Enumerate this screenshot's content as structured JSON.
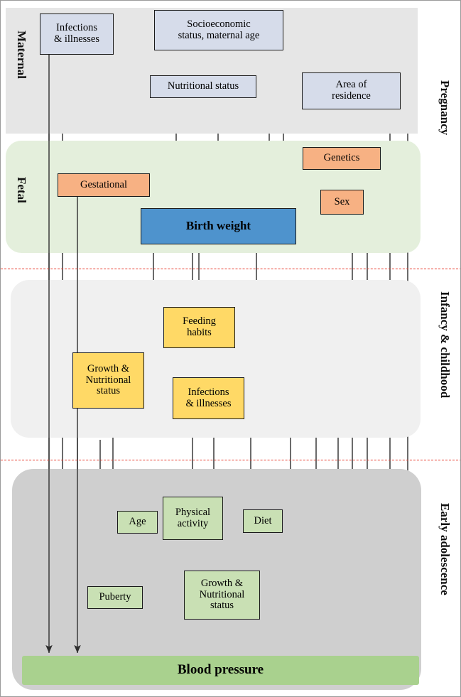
{
  "figure": {
    "type": "conceptual-pathway-diagram",
    "title": "Life-course conceptual framework of determinants of blood pressure",
    "outcome": "Blood pressure"
  },
  "life_stages": {
    "left_labels": [
      {
        "id": "maternal",
        "text": "Maternal"
      },
      {
        "id": "fetal",
        "text": "Fetal"
      }
    ],
    "right_labels": [
      {
        "id": "pregnancy",
        "text": "Pregnancy"
      },
      {
        "id": "infancy",
        "text": "Infancy & childhood"
      },
      {
        "id": "adolescence",
        "text": "Early adolescence"
      }
    ]
  },
  "bands": [
    {
      "id": "maternal-band",
      "label": "Maternal",
      "color": "#e6e6e6"
    },
    {
      "id": "fetal-band",
      "label": "Fetal",
      "color": "#e4efdc"
    },
    {
      "id": "infancy-band",
      "label": "Infancy & childhood",
      "color": "#f0f0f0"
    },
    {
      "id": "adolescence-band",
      "label": "Early adolescence",
      "color": "#cfcfcf"
    }
  ],
  "dividers": {
    "color": "#e8392b",
    "style": "dashed",
    "count": 2
  },
  "colors": {
    "maternal_node": "#d6dcea",
    "fetal_node": "#f7b183",
    "birth_weight": "#4e93cd",
    "childhood_node": "#ffd966",
    "adolescence_node": "#c9e0b4",
    "blood_pressure": "#a9d18e",
    "band_maternal": "#e6e6e6",
    "band_fetal": "#e4efdc",
    "band_infancy": "#f0f0f0",
    "band_adolescence": "#cfcfcf",
    "divider": "#e8392b",
    "arrow": "#3a3a3a"
  },
  "nodes": {
    "maternal_infections": {
      "label": "Infections\n& illnesses",
      "line1": "Infections",
      "line2": "& illnesses",
      "stage": "Maternal"
    },
    "socioeconomic": {
      "label": "Socioeconomic status, maternal age",
      "line1": "Socioeconomic",
      "line2": "status, maternal age",
      "stage": "Maternal"
    },
    "maternal_nutrition": {
      "label": "Nutritional status",
      "stage": "Maternal"
    },
    "area_residence": {
      "label": "Area of residence",
      "line1": "Area of",
      "line2": "residence",
      "stage": "Maternal"
    },
    "gestational": {
      "label": "Gestational",
      "stage": "Fetal"
    },
    "genetics": {
      "label": "Genetics",
      "stage": "Fetal"
    },
    "sex": {
      "label": "Sex",
      "stage": "Fetal"
    },
    "birth_weight": {
      "label": "Birth weight",
      "stage": "Fetal"
    },
    "feeding_habits": {
      "label": "Feeding habits",
      "line1": "Feeding",
      "line2": "habits",
      "stage": "Infancy & childhood"
    },
    "child_growth": {
      "label": "Growth & Nutritional status",
      "line1": "Growth &",
      "line2": "Nutritional",
      "line3": "status",
      "stage": "Infancy & childhood"
    },
    "child_infections": {
      "label": "Infections & illnesses",
      "line1": "Infections",
      "line2": "& illnesses",
      "stage": "Infancy & childhood"
    },
    "age": {
      "label": "Age",
      "stage": "Early adolescence"
    },
    "physical_activity": {
      "label": "Physical activity",
      "line1": "Physical",
      "line2": "activity",
      "stage": "Early adolescence"
    },
    "diet": {
      "label": "Diet",
      "stage": "Early adolescence"
    },
    "puberty": {
      "label": "Puberty",
      "stage": "Early adolescence"
    },
    "adol_growth": {
      "label": "Growth & Nutritional status",
      "line1": "Growth &",
      "line2": "Nutritional",
      "line3": "status",
      "stage": "Early adolescence"
    },
    "blood_pressure": {
      "label": "Blood pressure",
      "stage": "Early adolescence"
    }
  },
  "edges": [
    {
      "from": "socioeconomic",
      "to": "maternal_infections",
      "type": "directed"
    },
    {
      "from": "socioeconomic",
      "to": "maternal_nutrition",
      "type": "directed"
    },
    {
      "from": "maternal_infections",
      "to": "maternal_nutrition",
      "type": "directed"
    },
    {
      "from": "maternal_nutrition",
      "to": "maternal_infections",
      "type": "directed"
    },
    {
      "from": "maternal_infections",
      "to": "birth_weight",
      "type": "directed"
    },
    {
      "from": "maternal_nutrition",
      "to": "birth_weight",
      "type": "directed"
    },
    {
      "from": "socioeconomic",
      "to": "birth_weight",
      "type": "directed"
    },
    {
      "from": "area_residence",
      "to": "birth_weight",
      "type": "directed"
    },
    {
      "from": "gestational",
      "to": "birth_weight",
      "type": "directed"
    },
    {
      "from": "genetics",
      "to": "birth_weight",
      "type": "directed"
    },
    {
      "from": "genetics",
      "to": "sex",
      "type": "directed"
    },
    {
      "from": "sex",
      "to": "birth_weight",
      "type": "directed"
    },
    {
      "from": "birth_weight",
      "to": "feeding_habits",
      "type": "directed"
    },
    {
      "from": "socioeconomic",
      "to": "feeding_habits",
      "type": "directed"
    },
    {
      "from": "birth_weight",
      "to": "child_growth",
      "type": "directed"
    },
    {
      "from": "feeding_habits",
      "to": "child_growth",
      "type": "directed"
    },
    {
      "from": "feeding_habits",
      "to": "child_infections",
      "type": "bidirectional"
    },
    {
      "from": "child_growth",
      "to": "child_infections",
      "type": "bidirectional"
    },
    {
      "from": "birth_weight",
      "to": "physical_activity",
      "type": "directed"
    },
    {
      "from": "feeding_habits",
      "to": "diet",
      "type": "directed"
    },
    {
      "from": "adol_growth",
      "to": "physical_activity",
      "type": "directed"
    },
    {
      "from": "physical_activity",
      "to": "adol_growth",
      "type": "directed"
    },
    {
      "from": "diet",
      "to": "adol_growth",
      "type": "directed"
    },
    {
      "from": "child_infections",
      "to": "adol_growth",
      "type": "directed"
    },
    {
      "from": "age",
      "to": "puberty",
      "type": "directed"
    },
    {
      "from": "maternal_infections",
      "to": "puberty",
      "type": "directed"
    },
    {
      "from": "child_growth",
      "to": "puberty",
      "type": "directed"
    },
    {
      "from": "puberty",
      "to": "blood_pressure",
      "type": "directed"
    },
    {
      "from": "age",
      "to": "blood_pressure",
      "type": "directed"
    },
    {
      "from": "physical_activity",
      "to": "blood_pressure",
      "type": "directed"
    },
    {
      "from": "adol_growth",
      "to": "blood_pressure",
      "type": "directed"
    },
    {
      "from": "diet",
      "to": "blood_pressure",
      "type": "directed"
    },
    {
      "from": "child_infections",
      "to": "blood_pressure",
      "type": "directed"
    },
    {
      "from": "child_growth",
      "to": "blood_pressure",
      "type": "directed"
    },
    {
      "from": "feeding_habits",
      "to": "blood_pressure",
      "type": "directed"
    },
    {
      "from": "birth_weight",
      "to": "blood_pressure",
      "type": "directed"
    },
    {
      "from": "gestational",
      "to": "blood_pressure",
      "type": "directed"
    },
    {
      "from": "genetics",
      "to": "blood_pressure",
      "type": "directed"
    },
    {
      "from": "sex",
      "to": "blood_pressure",
      "type": "directed"
    },
    {
      "from": "area_residence",
      "to": "blood_pressure",
      "type": "directed"
    },
    {
      "from": "socioeconomic",
      "to": "blood_pressure",
      "type": "directed"
    },
    {
      "from": "maternal_nutrition",
      "to": "blood_pressure",
      "type": "directed"
    },
    {
      "from": "maternal_infections",
      "to": "blood_pressure",
      "type": "directed"
    }
  ]
}
